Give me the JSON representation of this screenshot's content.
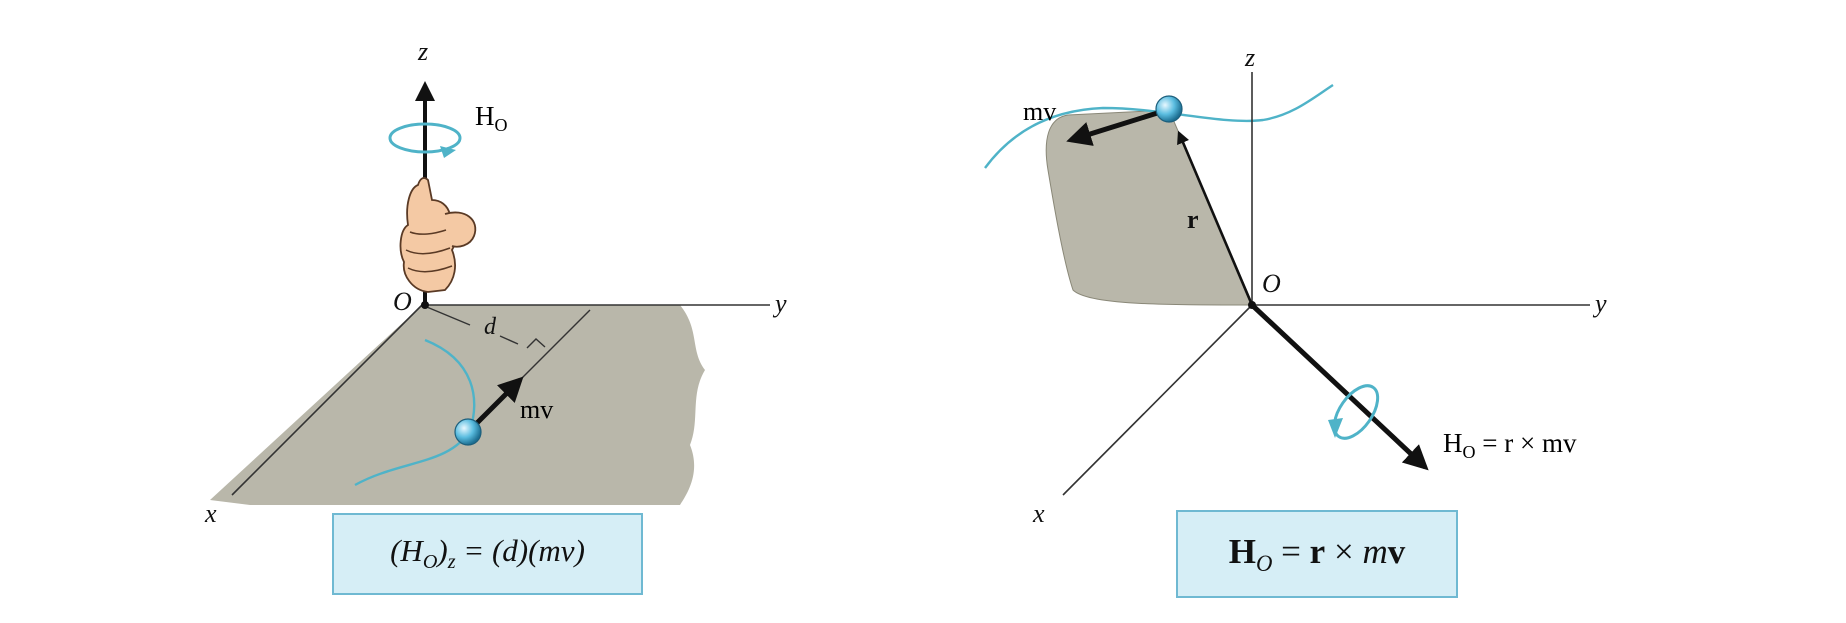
{
  "left_figure": {
    "axis_labels": {
      "z": "z",
      "y": "y",
      "x": "x",
      "origin": "O"
    },
    "distance_label": "d",
    "angular_momentum_label": {
      "main": "H",
      "sub": "O"
    },
    "momentum_label": {
      "scalar": "m",
      "vector": "v"
    },
    "equation": "(H_O)_z = (d)(mv)"
  },
  "right_figure": {
    "axis_labels": {
      "z": "z",
      "y": "y",
      "x": "x",
      "origin": "O"
    },
    "position_vector_label": "r",
    "momentum_label": {
      "scalar": "m",
      "vector": "v"
    },
    "vector_equation_label": "H_O = r × mv",
    "equation": "H_O = r × mv"
  },
  "colors": {
    "shaded_plane": "#b9b7aa",
    "curve": "#4fb3c8",
    "particle": "#5bbde0",
    "equation_box_fill": "#d6eef6",
    "equation_box_border": "#6fb9d2"
  }
}
